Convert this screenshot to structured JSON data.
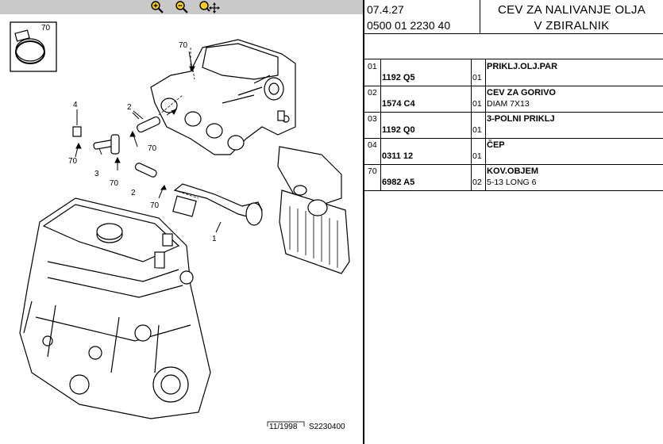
{
  "header": {
    "date": "07.4.27",
    "ref": "0500 01 2230 40",
    "title_line1": "CEV ZA NALIVANJE OLJA",
    "title_line2": "V ZBIRALNIK"
  },
  "toolbar": {
    "icons": [
      "zoom-in-icon",
      "zoom-out-icon",
      "zoom-pan-icon"
    ]
  },
  "parts": [
    {
      "pos": "01",
      "code": "1192 Q5",
      "qty": "01",
      "name": "PRIKLJ.OLJ.PAR",
      "desc": ""
    },
    {
      "pos": "02",
      "code": "1574 C4",
      "qty": "01",
      "name": "CEV ZA GORIVO",
      "desc": "DIAM 7X13"
    },
    {
      "pos": "03",
      "code": "1192 Q0",
      "qty": "01",
      "name": "3-POLNI PRIKLJ",
      "desc": ""
    },
    {
      "pos": "04",
      "code": "0311 12",
      "qty": "01",
      "name": "ČEP",
      "desc": ""
    },
    {
      "pos": "70",
      "code": "6982 A5",
      "qty": "02",
      "name": "KOV.OBJEM",
      "desc": "5-13 LONG 6"
    }
  ],
  "diagram": {
    "callouts": [
      "70",
      "70",
      "4",
      "2",
      "70",
      "70",
      "3",
      "70",
      "2",
      "70",
      "1"
    ],
    "footer_date": "11/1998",
    "footer_ref": "S2230400"
  }
}
